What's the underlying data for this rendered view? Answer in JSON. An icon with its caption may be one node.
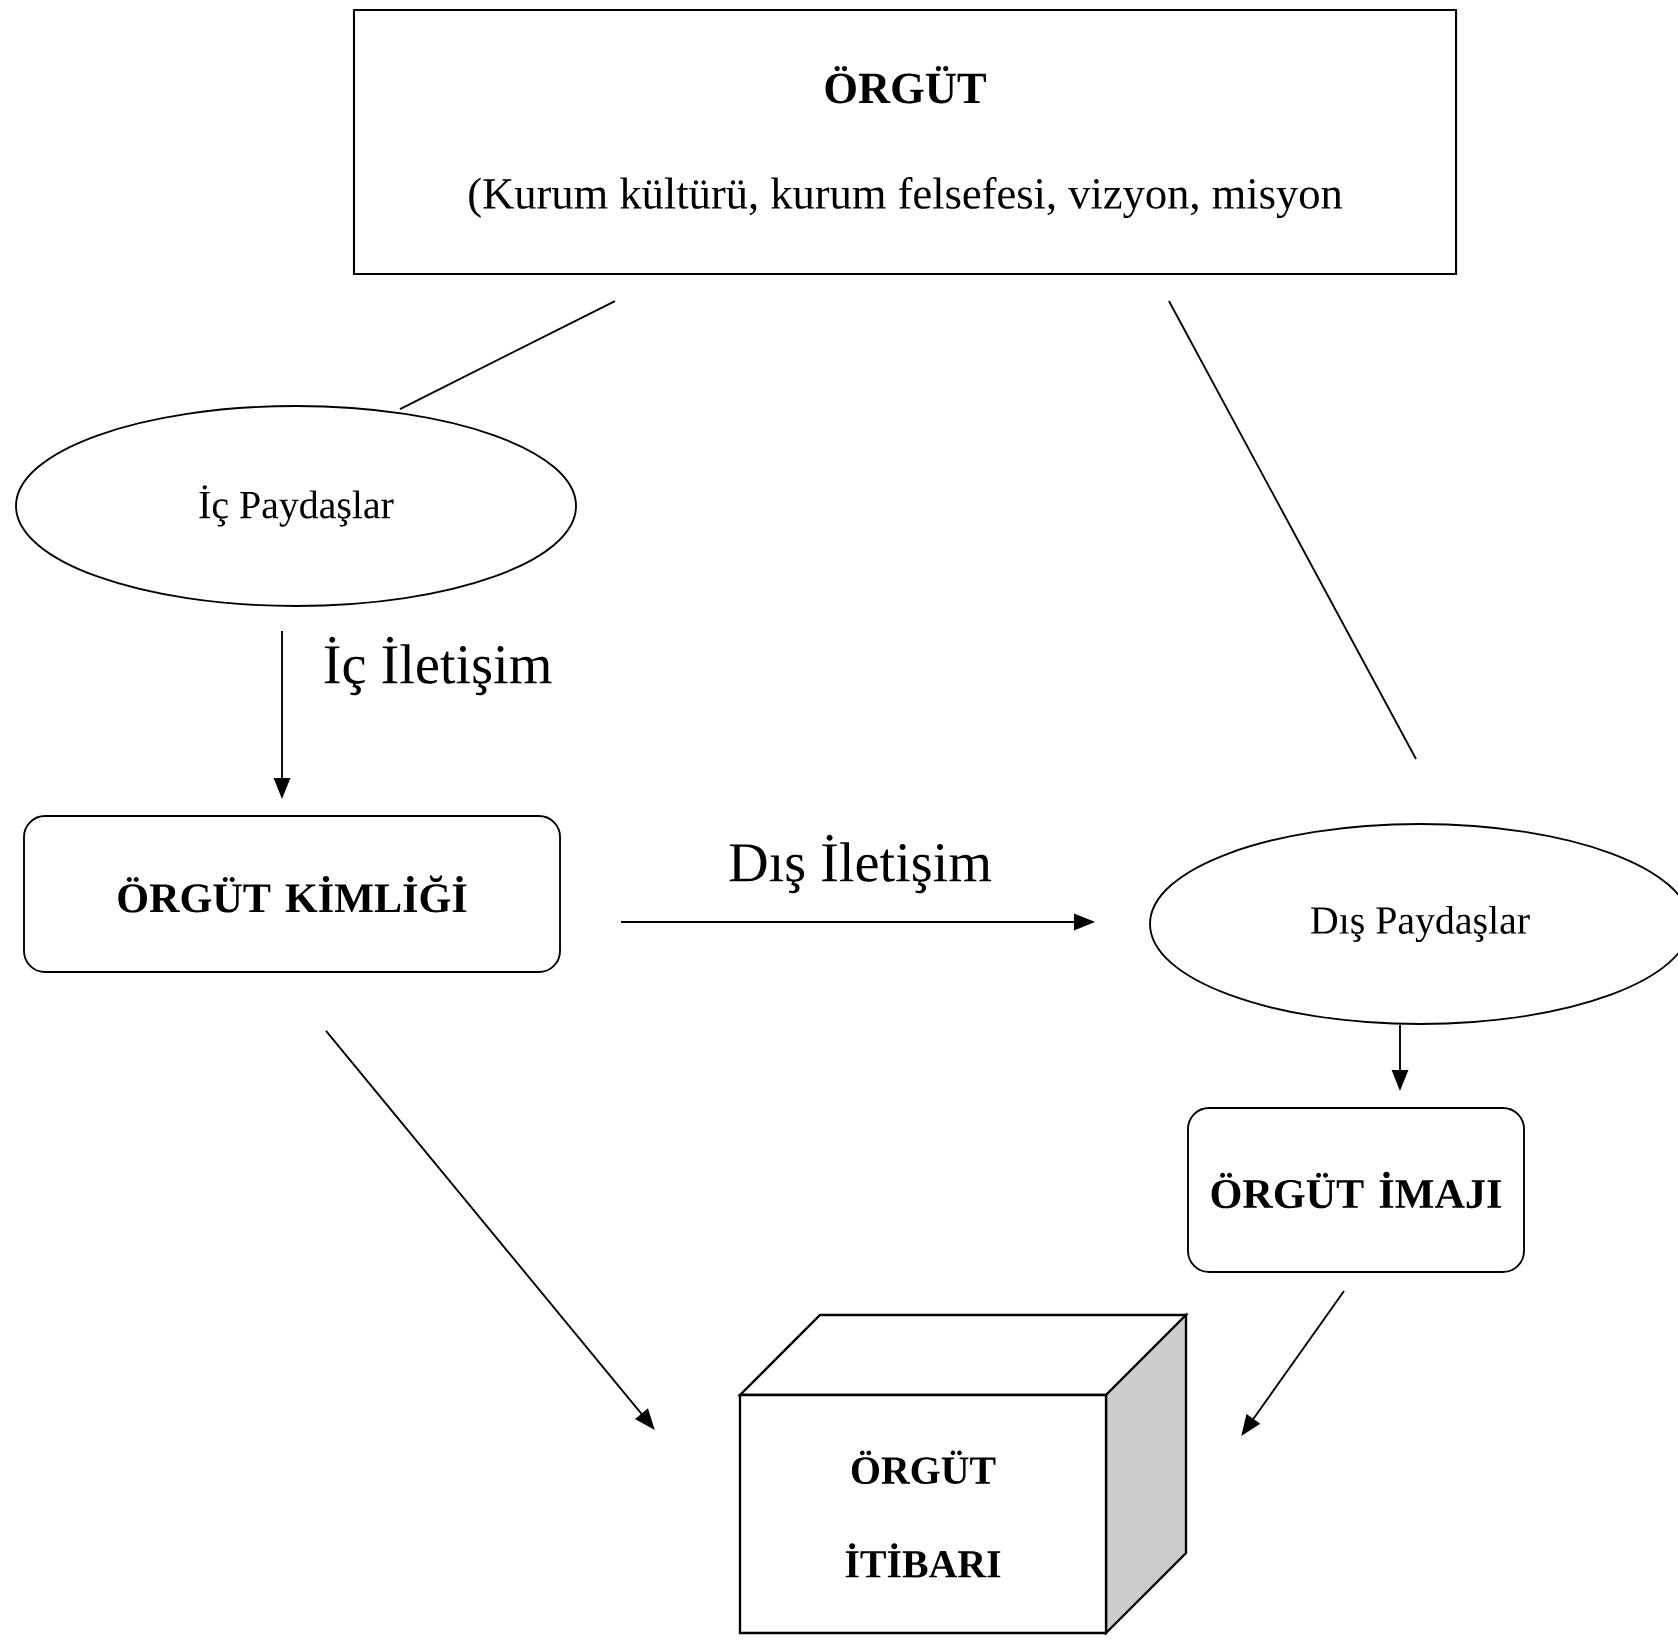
{
  "diagram": {
    "nodes": [
      {
        "text": [
          "ÖRGÜT",
          "(Kurum kültürü, kurum felsefesi, vizyon, misyon"
        ]
      },
      {
        "text": [
          "İç Paydaşlar"
        ]
      },
      {
        "text": [
          "ÖRGÜT KİMLİĞİ"
        ]
      },
      {
        "text": [
          "Dış Paydaşlar"
        ]
      },
      {
        "text": [
          "ÖRGÜT İMAJI"
        ]
      },
      {
        "text": [
          "ÖRGÜT İTİBARI"
        ]
      }
    ],
    "edges": [
      {
        "from": 0,
        "to": 1,
        "arrow": "none"
      },
      {
        "from": 0,
        "to": 3,
        "arrow": "none"
      },
      {
        "from": 1,
        "to": 2,
        "arrow": "to",
        "label": "İç İletişim"
      },
      {
        "from": 2,
        "to": 3,
        "arrow": "to",
        "label": "Dış İletişim"
      },
      {
        "from": 3,
        "to": 4,
        "arrow": "to"
      },
      {
        "from": 2,
        "to": 5,
        "arrow": "to"
      },
      {
        "from": 4,
        "to": 5,
        "arrow": "to"
      }
    ]
  }
}
